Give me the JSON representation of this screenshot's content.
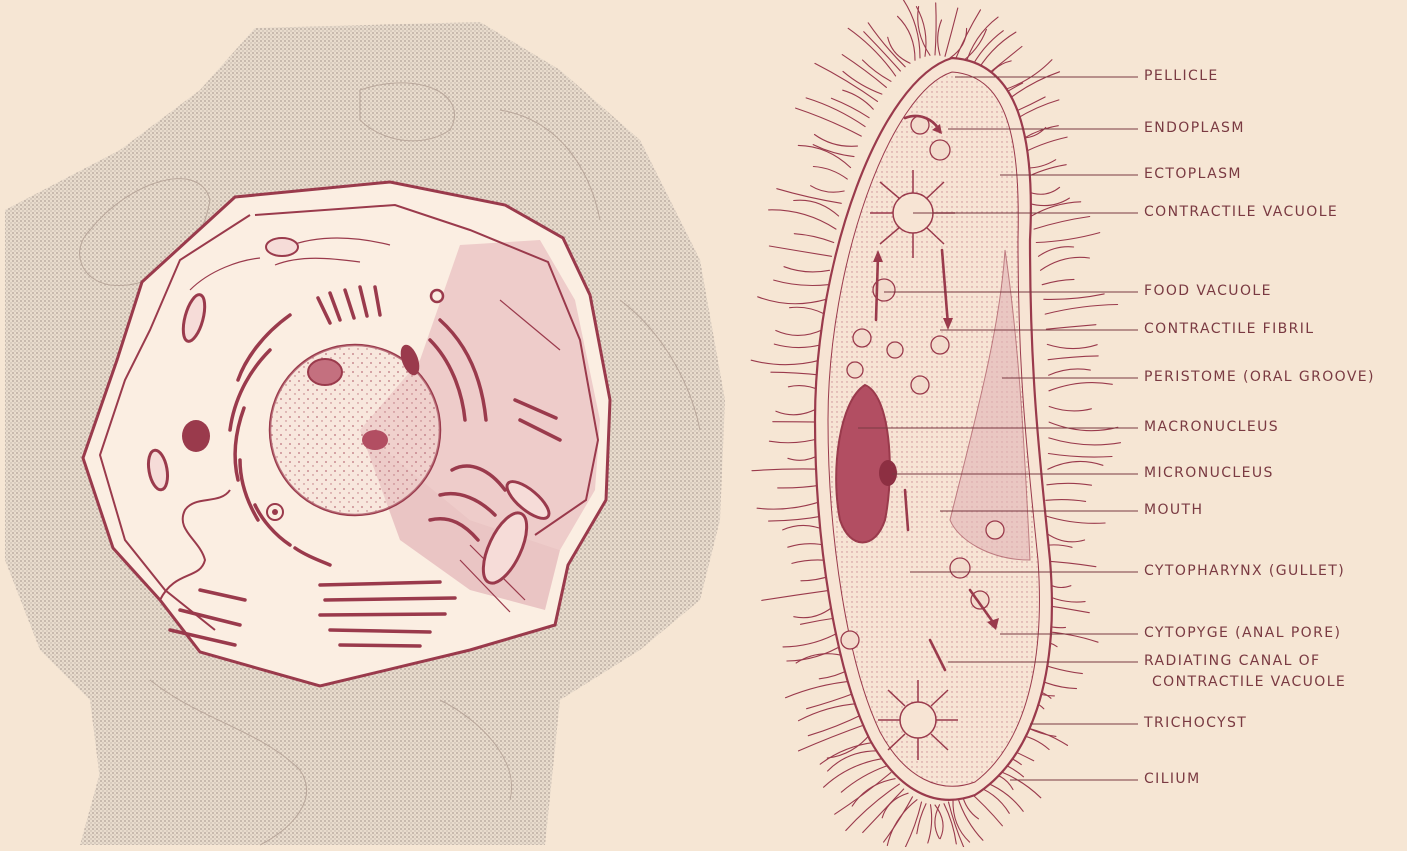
{
  "colors": {
    "ink": "#9a3a4c",
    "label_ink": "#7a3a42",
    "paper": "#f6e6d4",
    "stipple": "#b0a298"
  },
  "labels": [
    {
      "id": "pellicle",
      "text": "PELLICLE"
    },
    {
      "id": "endoplasm",
      "text": "ENDOPLASM"
    },
    {
      "id": "ectoplasm",
      "text": "ECTOPLASM"
    },
    {
      "id": "contractile-vacuole",
      "text": "CONTRACTILE VACUOLE"
    },
    {
      "id": "food-vacuole",
      "text": "FOOD VACUOLE"
    },
    {
      "id": "contractile-fibril",
      "text": "CONTRACTILE FIBRIL"
    },
    {
      "id": "peristome",
      "text": "PERISTOME (ORAL GROOVE)"
    },
    {
      "id": "macronucleus",
      "text": "MACRONUCLEUS"
    },
    {
      "id": "micronucleus",
      "text": "MICRONUCLEUS"
    },
    {
      "id": "mouth",
      "text": "MOUTH"
    },
    {
      "id": "cytopharynx",
      "text": "CYTOPHARYNX (GULLET)"
    },
    {
      "id": "cytopyge",
      "text": "CYTOPYGE (ANAL PORE)"
    },
    {
      "id": "radiating-canal",
      "text": "RADIATING CANAL OF",
      "text2": "CONTRACTILE VACUOLE"
    },
    {
      "id": "trichocyst",
      "text": "TRICHOCYST"
    },
    {
      "id": "cilium",
      "text": "CILIUM"
    }
  ]
}
